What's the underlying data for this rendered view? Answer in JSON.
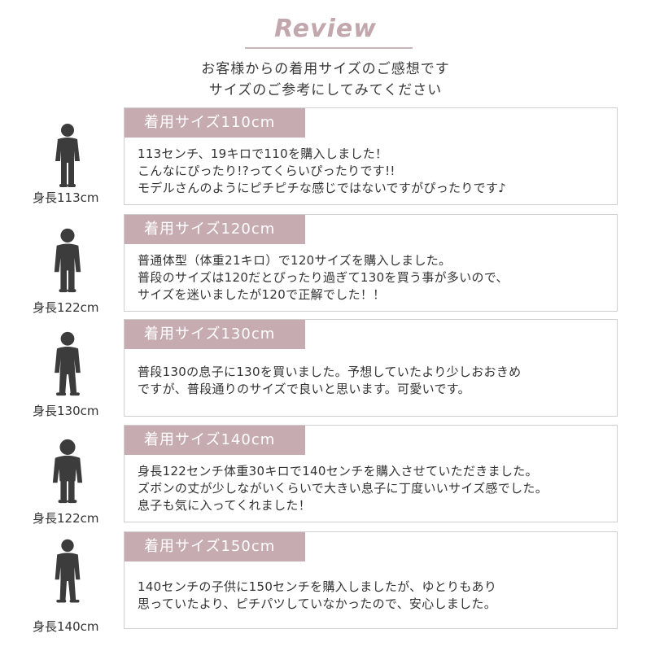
{
  "header": {
    "title": "Review",
    "intro_line1": "お客様からの着用サイズのご感想です",
    "intro_line2": "サイズのご参考にしてみてください"
  },
  "colors": {
    "accent": "#c6acb0",
    "title": "#c2a8ac",
    "silhouette": "#3c3c3c",
    "border": "#cfcfcf"
  },
  "reviews": [
    {
      "height_label": "身長113cm",
      "size_label": "着用サイズ110cm",
      "icon": "child-silhouette-icon",
      "lines": [
        "113センチ、19キロで110を購入しました！",
        "こんなにぴったり!?ってくらいぴったりです!!",
        "モデルさんのようにピチピチな感じではないですがぴったりです♪"
      ]
    },
    {
      "height_label": "身長122cm",
      "size_label": "着用サイズ120cm",
      "icon": "child-silhouette-icon",
      "lines": [
        "普通体型（体重21キロ）で120サイズを購入しました。",
        "普段のサイズは120だとぴったり過ぎて130を買う事が多いので、",
        "サイズを迷いましたが120で正解でした！！"
      ]
    },
    {
      "height_label": "身長130cm",
      "size_label": "着用サイズ130cm",
      "icon": "child-silhouette-icon",
      "lines": [
        "普段130の息子に130を買いました。予想していたより少しおおきめ",
        "ですが、普段通りのサイズで良いと思います。可愛いです。"
      ]
    },
    {
      "height_label": "身長122cm",
      "size_label": "着用サイズ140cm",
      "icon": "child-silhouette-icon",
      "lines": [
        "身長122センチ体重30キロで140センチを購入させていただきました。",
        "ズボンの丈が少しながいくらいで大きい息子に丁度いいサイズ感でした。",
        "息子も気に入ってくれました！"
      ]
    },
    {
      "height_label": "身長140cm",
      "size_label": "着用サイズ150cm",
      "icon": "child-silhouette-icon",
      "lines": [
        "140センチの子供に150センチを購入しましたが、ゆとりもあり",
        "思っていたより、ピチパツしていなかったので、安心しました。"
      ]
    }
  ]
}
